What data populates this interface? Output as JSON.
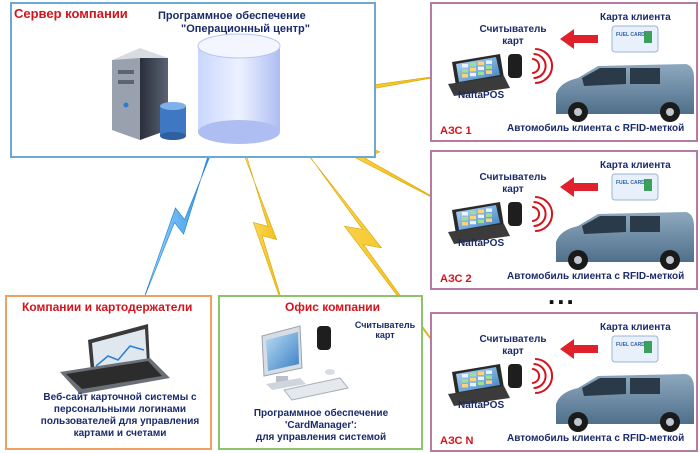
{
  "colors": {
    "server_border": "#6aa9d6",
    "station_border": "#b77aa2",
    "partners_border": "#f0a060",
    "office_border": "#8cc46c",
    "lightning": "#f5c400",
    "lightning_blue": "#3aa3e8",
    "title_red": "#d4141c",
    "text_navy": "#1b2a6b"
  },
  "server": {
    "title": "Сервер компании",
    "software_line1": "Программное обеспечение",
    "software_line2": "\"Операционный центр\""
  },
  "stations": [
    {
      "name": "АЗС 1",
      "reader": "Считыватель\nкарт",
      "card": "Карта клиента",
      "pos": "NaftaPOS",
      "car": "Автомобиль клиента с RFID-меткой",
      "card_text": "FUEL CARD"
    },
    {
      "name": "АЗС 2",
      "reader": "Считыватель\nкарт",
      "card": "Карта клиента",
      "pos": "NaftaPOS",
      "car": "Автомобиль клиента с RFID-меткой",
      "card_text": "FUEL CARD"
    },
    {
      "name": "АЗС N",
      "reader": "Считыватель\nкарт",
      "card": "Карта клиента",
      "pos": "NaftaPOS",
      "car": "Автомобиль клиента с RFID-меткой",
      "card_text": "FUEL CARD"
    }
  ],
  "ellipsis": "...",
  "partners": {
    "title": "Компании и картодержатели",
    "desc": "Веб-сайт карточной системы с\nперсональными логинами\nпользователей для управления\nкартами и счетами"
  },
  "office": {
    "title": "Офис компании",
    "reader": "Считыватель\nкарт",
    "desc": "Программное обеспечение\n'CardManager':\nдля управления системой"
  },
  "icons": [
    "server-tower-icon",
    "database-icon",
    "pos-terminal-icon",
    "card-reader-icon",
    "rfid-waves-icon",
    "fuel-card-icon",
    "van-icon",
    "laptop-icon",
    "desktop-pc-icon",
    "lightning-icon",
    "arrow-left-icon"
  ]
}
